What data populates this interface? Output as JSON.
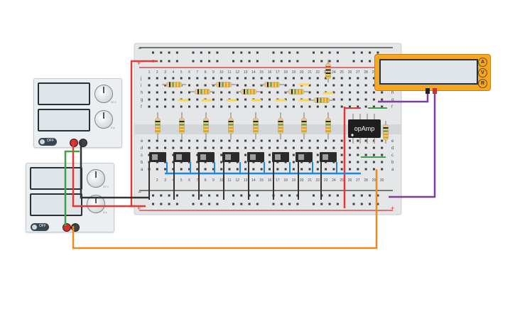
{
  "psu_top": {
    "off_label": "OFF",
    "label_volt": "30 V",
    "label_amp": "5 A",
    "label_zero": "0"
  },
  "psu_bottom": {
    "off_label": "OFF",
    "label_volt": "30 V",
    "label_amp": "5 A",
    "label_zero": "0"
  },
  "breadboard": {
    "column_numbers": [
      "1",
      "2",
      "3",
      "4",
      "5",
      "6",
      "7",
      "8",
      "9",
      "10",
      "11",
      "12",
      "13",
      "14",
      "15",
      "16",
      "17",
      "18",
      "19",
      "20",
      "21",
      "22",
      "23",
      "24",
      "25",
      "26",
      "27",
      "28",
      "29",
      "30"
    ],
    "row_letters_top": [
      "j",
      "i",
      "h",
      "g",
      "f"
    ],
    "row_letters_bottom": [
      "e",
      "d",
      "c",
      "b",
      "a"
    ],
    "rail_plus": "+",
    "rail_minus": "−"
  },
  "opamp": {
    "label": "opAmp"
  },
  "multimeter": {
    "buttons": [
      "A",
      "V",
      "R"
    ]
  },
  "colors": {
    "red_wire": "#e53935",
    "black_wire": "#333333",
    "green_wire": "#43a047",
    "orange_wire": "#f08a1c",
    "purple_wire": "#7b3fa0",
    "blue_wire": "#1e88e5",
    "yellow_wire": "#ffd54f",
    "meter": "#f5a623"
  }
}
